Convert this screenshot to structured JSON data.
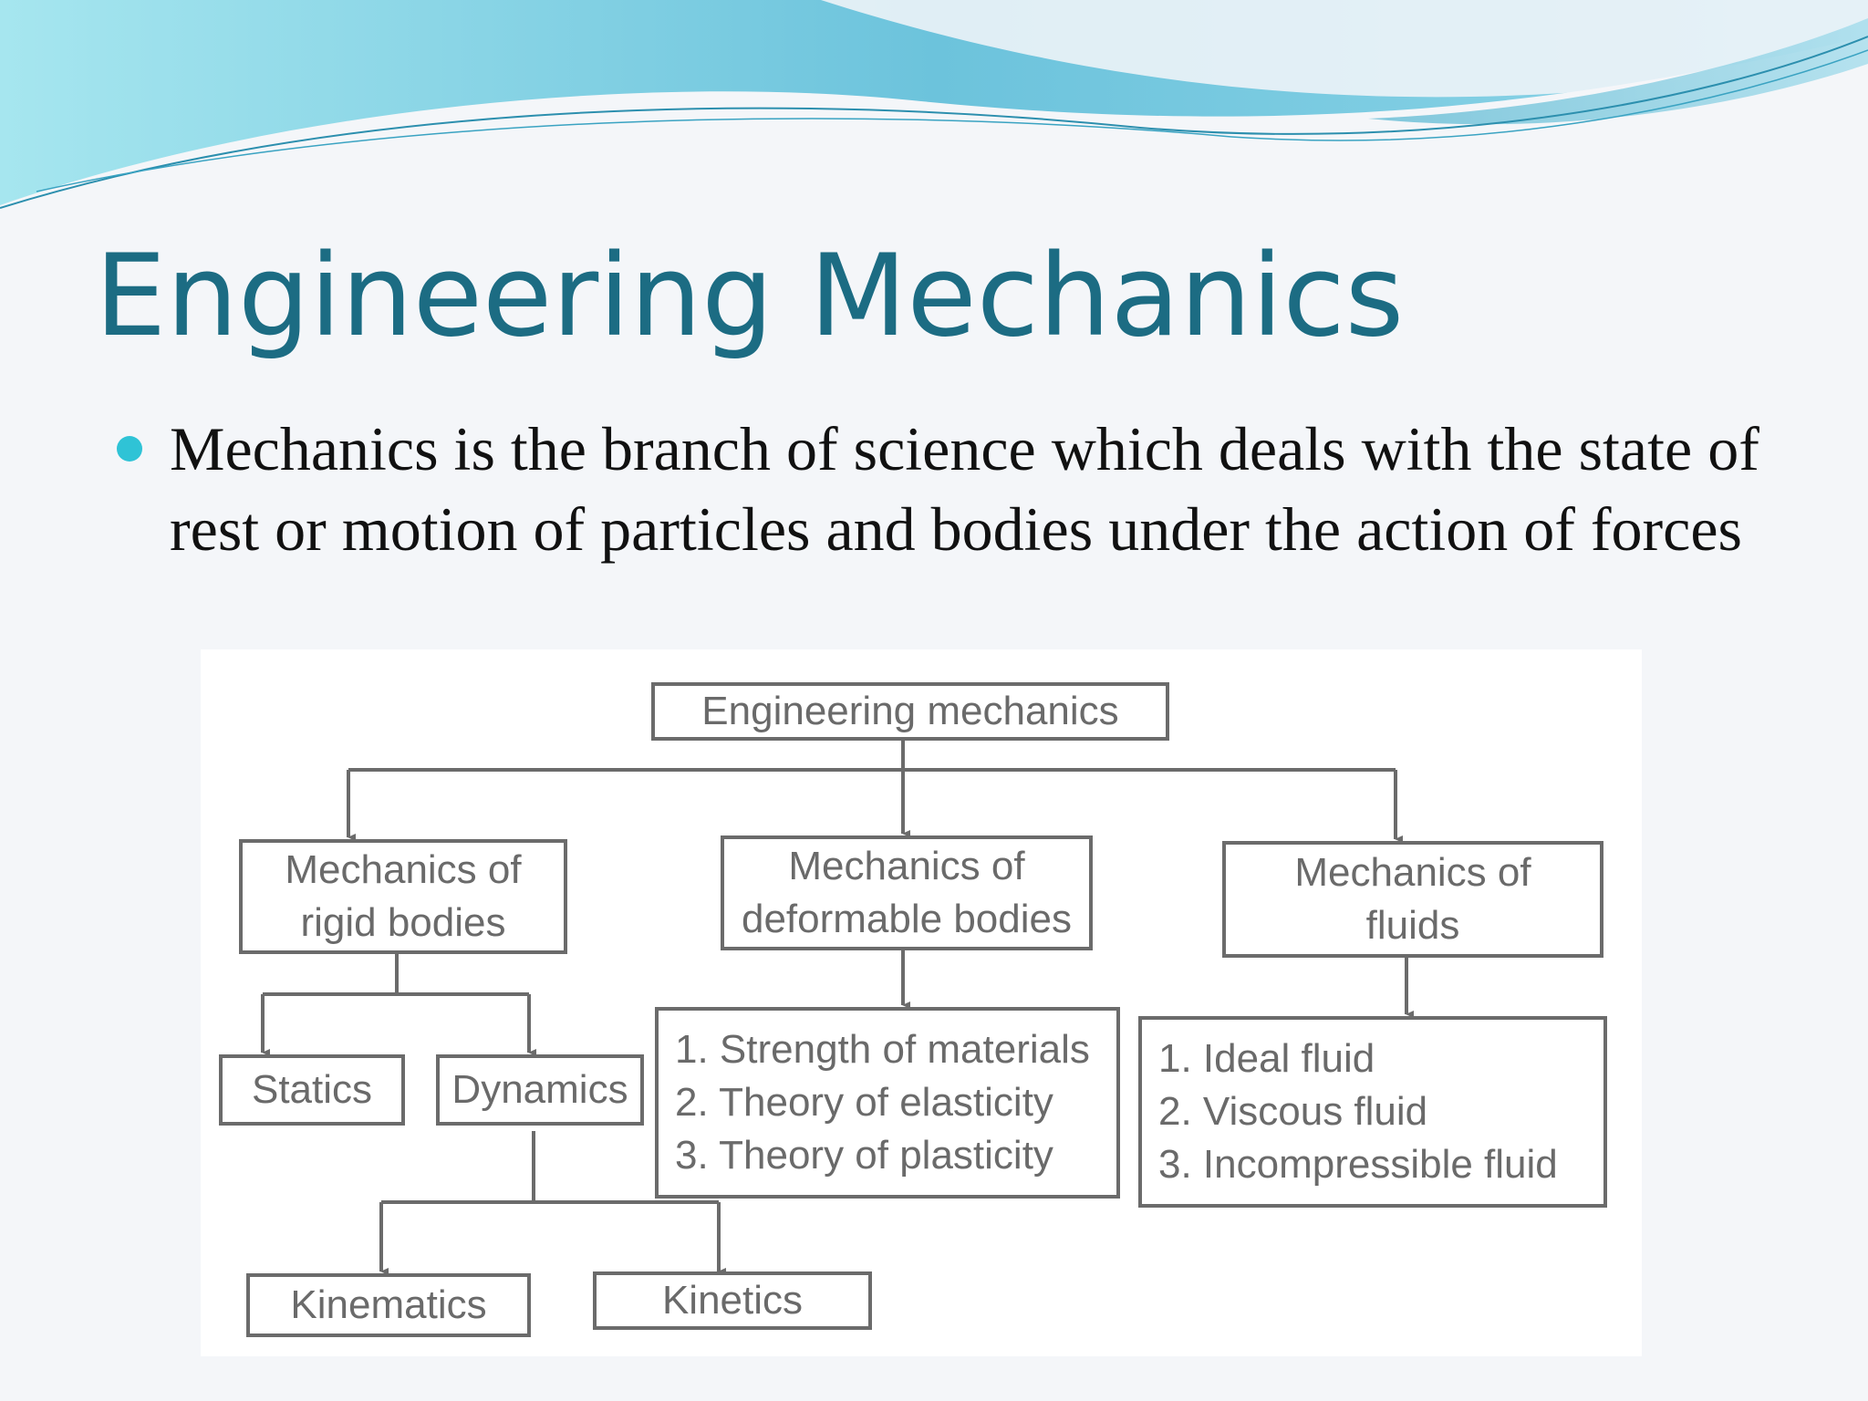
{
  "slide": {
    "title": "Engineering Mechanics",
    "bullet": "Mechanics is the branch of science which deals with the state of rest or motion of particles and bodies under the action of forces"
  },
  "colors": {
    "title": "#1c6c83",
    "bullet_dot": "#2fc3d6",
    "wave_light": "#9fe3ec",
    "wave_dark": "#5bb8d4",
    "diagram_line": "#6b6b6b"
  },
  "diagram": {
    "root": "Engineering mechanics",
    "rigid": {
      "line1": "Mechanics of",
      "line2": "rigid bodies"
    },
    "deformable": {
      "line1": "Mechanics of",
      "line2": "deformable bodies"
    },
    "fluids": {
      "line1": "Mechanics of",
      "line2": "fluids"
    },
    "statics": "Statics",
    "dynamics": "Dynamics",
    "kinematics": "Kinematics",
    "kinetics": "Kinetics",
    "deformable_list": [
      "1. Strength of materials",
      "2. Theory of elasticity",
      "3. Theory of plasticity"
    ],
    "fluids_list": [
      "1. Ideal fluid",
      "2. Viscous fluid",
      "3. Incompressible fluid"
    ]
  }
}
